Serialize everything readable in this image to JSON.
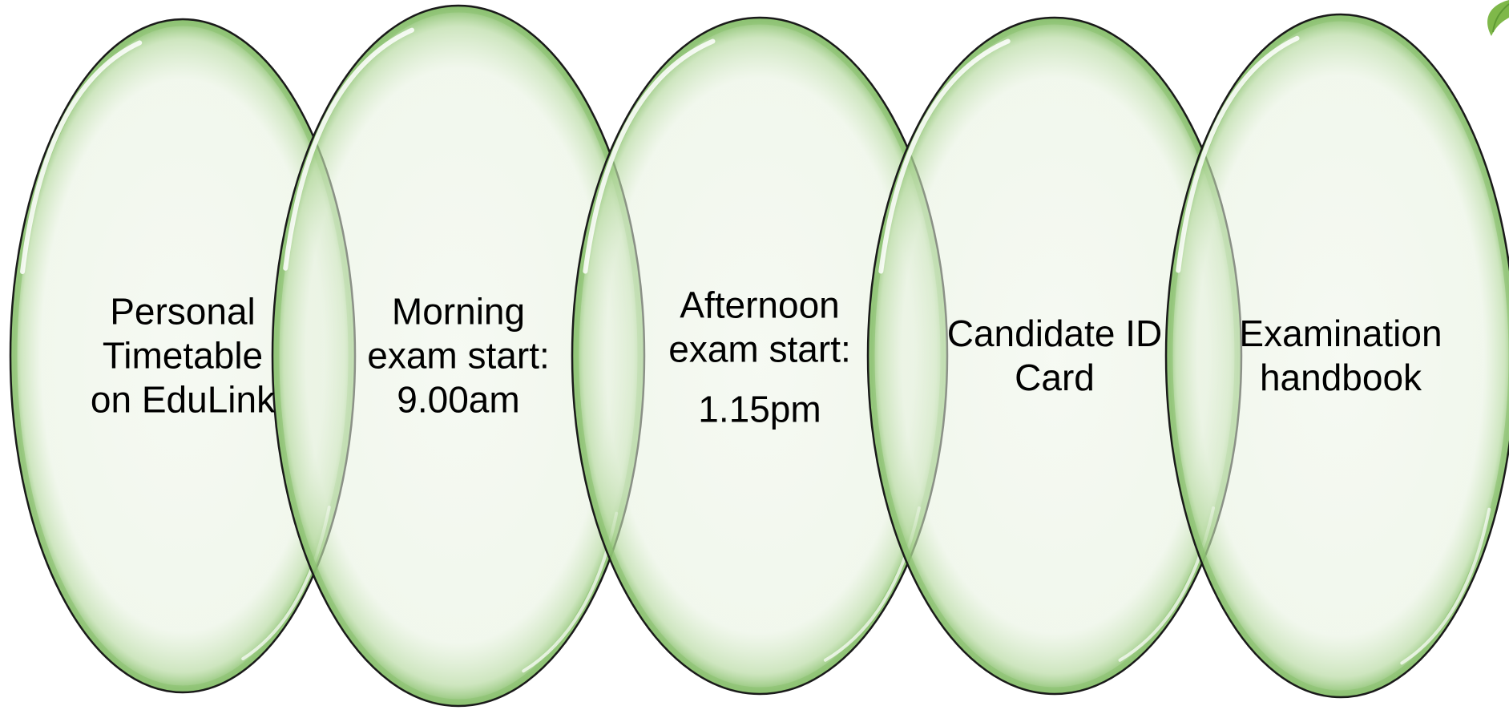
{
  "colors": {
    "fill": "#eef5e9",
    "fill_edge": "#d4e9c8",
    "rim": "#8cc272",
    "rim_dark": "#6ea95a",
    "outline": "#1a1a1a",
    "leaf": "#7fb84a"
  },
  "items": [
    {
      "lines": [
        "Personal",
        "Timetable",
        "on EduLink"
      ]
    },
    {
      "lines": [
        "Morning",
        "exam start:",
        "9.00am"
      ]
    },
    {
      "lines": [
        "Afternoon",
        "exam start:",
        "",
        "1.15pm"
      ]
    },
    {
      "lines": [
        "Candidate ID",
        "Card"
      ]
    },
    {
      "lines": [
        "Examination",
        "handbook"
      ]
    }
  ]
}
